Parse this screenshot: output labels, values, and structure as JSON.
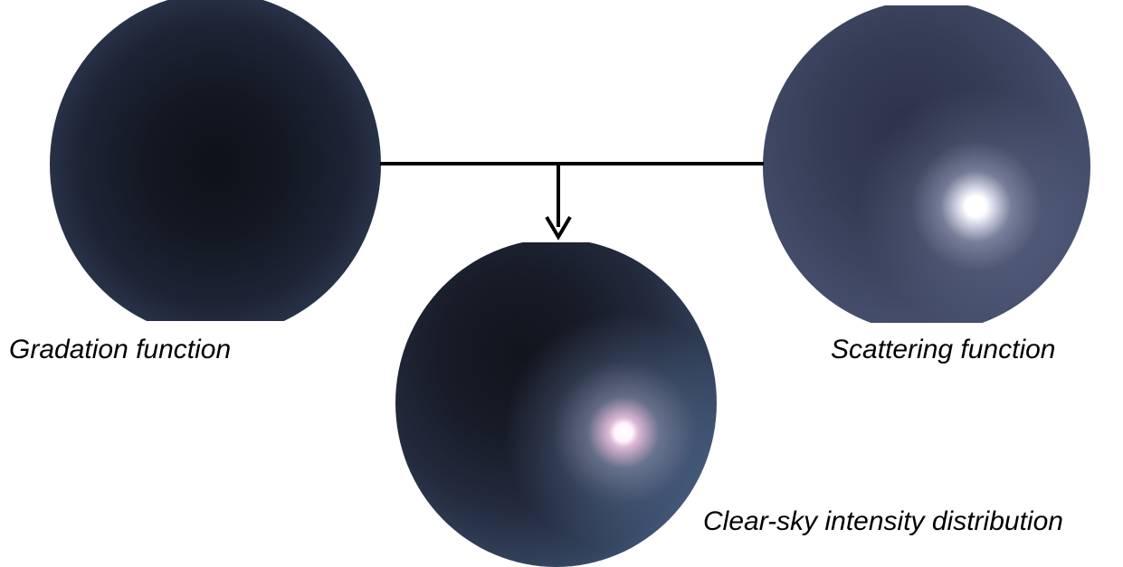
{
  "labels": {
    "gradation": "Gradation function",
    "scattering": "Scattering function",
    "clear_sky": "Clear-sky intensity distribution"
  },
  "colors": {
    "sphere_dark": "#141823",
    "sphere_rim": "#52607c",
    "sun": "#ffffff",
    "connector": "#000000"
  }
}
